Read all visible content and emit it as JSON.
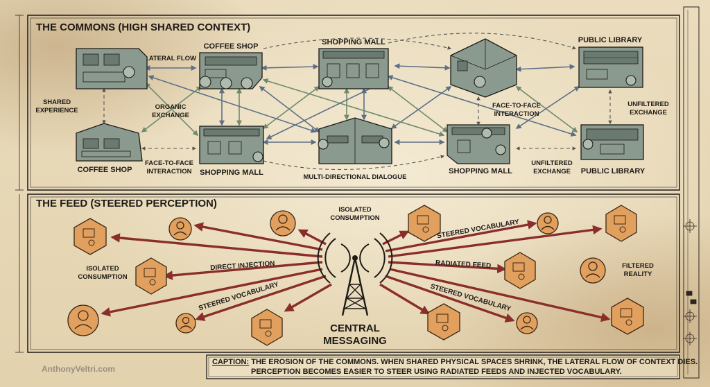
{
  "commons": {
    "title": "THE COMMONS (HIGH SHARED CONTEXT)",
    "buildings": {
      "coffee_shop_top": "COFFEE SHOP",
      "coffee_shop_bottom": "COFFEE SHOP",
      "mall_top": "SHOPPING MALL",
      "mall_bottom_left": "SHOPPING MALL",
      "mall_bottom_right": "SHOPPING MALL",
      "library_top": "PUBLIC LIBRARY",
      "library_bottom": "PUBLIC LIBRARY"
    },
    "labels": {
      "lateral_flow": "LATERAL FLOW",
      "shared_1": "SHARED",
      "shared_2": "EXPERIENCE",
      "organic_1": "ORGANIC",
      "organic_2": "EXCHANGE",
      "f2f_left_1": "FACE-TO-FACE",
      "f2f_left_2": "INTERACTION",
      "multi": "MULTI-DIRECTIONAL DIALOGUE",
      "f2f_right_1": "FACE-TO-FACE",
      "f2f_right_2": "INTERACTION",
      "unf_mid_1": "UNFILTERED",
      "unf_mid_2": "EXCHANGE",
      "unf_right_1": "UNFILTERED",
      "unf_right_2": "EXCHANGE"
    }
  },
  "feed": {
    "title": "THE FEED (STEERED PERCEPTION)",
    "labels": {
      "iso_top_1": "ISOLATED",
      "iso_top_2": "CONSUMPTION",
      "iso_left_1": "ISOLATED",
      "iso_left_2": "CONSUMPTION",
      "direct": "DIRECT INJECTION",
      "steered_left": "STEERED VOCABULARY",
      "steered_top_right": "STEERED VOCABULARY",
      "radiated": "RADIATED FEED",
      "steered_bottom_right": "STEERED VOCABULARY",
      "filtered_1": "FILTERED",
      "filtered_2": "REALITY",
      "tower_1": "CENTRAL",
      "tower_2": "MESSAGING"
    }
  },
  "caption": {
    "prefix": "CAPTION:",
    "line1": " THE EROSION OF THE COMMONS. WHEN SHARED PHYSICAL SPACES SHRINK, THE LATERAL FLOW OF CONTEXT DIES.",
    "line2": "PERCEPTION BECOMES EASIER TO STEER USING RADIATED FEEDS AND INJECTED VOCABULARY."
  },
  "signature": "AnthonyVeltri.com",
  "colors": {
    "paper": "#e9dcc0",
    "ink": "#1d1a16",
    "building_fill": "#8a9a8e",
    "arrow_blue": "#5c6f86",
    "arrow_green": "#6f8a6e",
    "arrow_red": "#8a2e2a",
    "hex_orange": "#e1a05e"
  }
}
